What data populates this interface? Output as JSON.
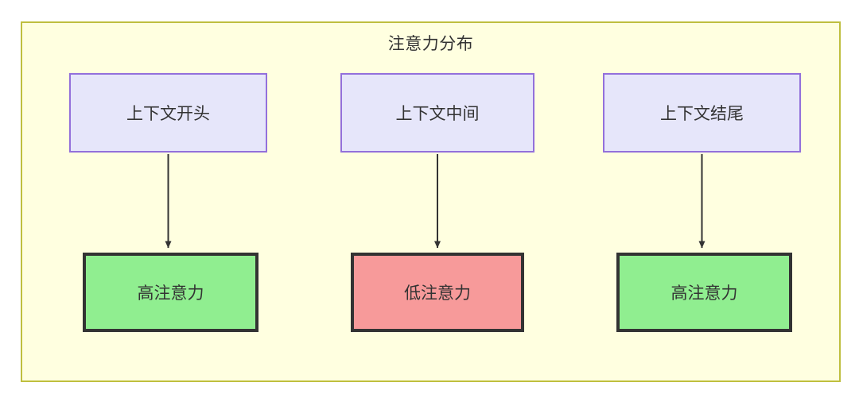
{
  "diagram": {
    "title": "注意力分布",
    "background_color": "#ffffe0",
    "border_color": "#bfbf3f",
    "canvas_color": "#ffffff",
    "context_node_fill": "#e6e6fa",
    "context_node_border": "#9370db",
    "high_attention_fill": "#90ee90",
    "low_attention_fill": "#f79a9a",
    "attention_node_border": "#333333",
    "edge_color": "#333333",
    "text_color": "#333333",
    "nodes": {
      "context": [
        {
          "id": "ctx-start",
          "label": "上下文开头"
        },
        {
          "id": "ctx-mid",
          "label": "上下文中间"
        },
        {
          "id": "ctx-end",
          "label": "上下文结尾"
        }
      ],
      "attention": [
        {
          "id": "attn-start",
          "label": "高注意力",
          "level": "high"
        },
        {
          "id": "attn-mid",
          "label": "低注意力",
          "level": "low"
        },
        {
          "id": "attn-end",
          "label": "高注意力",
          "level": "high"
        }
      ]
    },
    "edges": [
      {
        "from": "ctx-start",
        "to": "attn-start"
      },
      {
        "from": "ctx-mid",
        "to": "attn-mid"
      },
      {
        "from": "ctx-end",
        "to": "attn-end"
      }
    ]
  }
}
